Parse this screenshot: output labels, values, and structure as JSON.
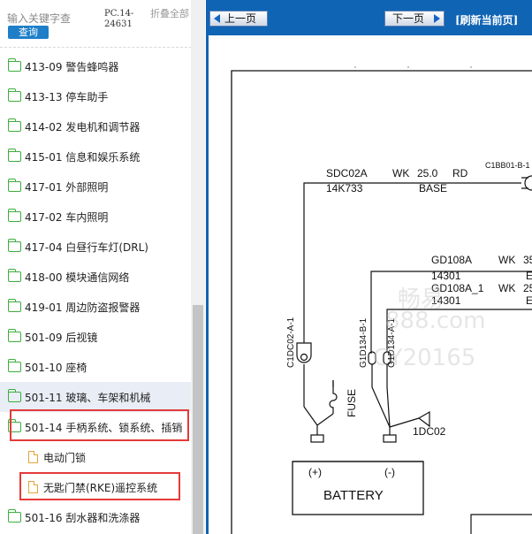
{
  "search": {
    "placeholder": "输入关键字查",
    "button_label": "查询"
  },
  "header": {
    "code": "PC.14-24631",
    "collapse_all": "折叠全部"
  },
  "tree": {
    "items": [
      {
        "label": "413-09 警告蜂鸣器",
        "type": "folder"
      },
      {
        "label": "413-13 停车助手",
        "type": "folder"
      },
      {
        "label": "414-02 发电机和调节器",
        "type": "folder"
      },
      {
        "label": "415-01 信息和娱乐系统",
        "type": "folder"
      },
      {
        "label": "417-01 外部照明",
        "type": "folder"
      },
      {
        "label": "417-02 车内照明",
        "type": "folder"
      },
      {
        "label": "417-04 白昼行车灯(DRL)",
        "type": "folder"
      },
      {
        "label": "418-00 模块通信网络",
        "type": "folder"
      },
      {
        "label": "419-01 周边防盗报警器",
        "type": "folder"
      },
      {
        "label": "501-09 后视镜",
        "type": "folder"
      },
      {
        "label": "501-10 座椅",
        "type": "folder"
      },
      {
        "label": "501-11 玻璃、车架和机械",
        "type": "folder"
      },
      {
        "label": "501-14 手柄系统、锁系统、插销",
        "type": "folder-open"
      },
      {
        "label": "电动门锁",
        "type": "doc"
      },
      {
        "label": "无匙门禁(RKE)遥控系统",
        "type": "doc"
      },
      {
        "label": "501-16 刮水器和洗涤器",
        "type": "folder"
      }
    ]
  },
  "toolbar": {
    "prev_label": "上一页",
    "next_label": "下一页",
    "refresh_label": "[刷新当前页]"
  },
  "diagram": {
    "wire1_name": "SDC02A",
    "wire1_spec": "WK",
    "wire1_gauge": "25.0",
    "wire1_color": "RD",
    "wire1_code": "14K733",
    "wire1_base": "BASE",
    "connector_top": "C1BB01-B-1",
    "wire2_name": "GD108A",
    "wire2_code": "14301",
    "wire2_spec": "WK",
    "wire2_gauge": "35",
    "wire3_name": "GD108A_1",
    "wire3_code": "14301",
    "wire3_spec": "WK",
    "wire3_gauge": "25",
    "trunc_e1": "E",
    "trunc_e2": "E",
    "c1": "C1DC02-A-1",
    "c2": "G1D134-B-1",
    "c3": "G1D134-A-1",
    "fuse": "FUSE",
    "ground": "1DC02",
    "plus": "(+)",
    "minus": "(-)",
    "battery": "BATTERY"
  },
  "watermark": {
    "line1": "畅易",
    "line2": "888.com",
    "line3": "CY20165"
  },
  "colors": {
    "toolbar": "#1064b4",
    "search_button": "#1e7fc8",
    "folder": "#3cae3c",
    "doc": "#e6a53a",
    "highlight": "#e53a3a"
  }
}
